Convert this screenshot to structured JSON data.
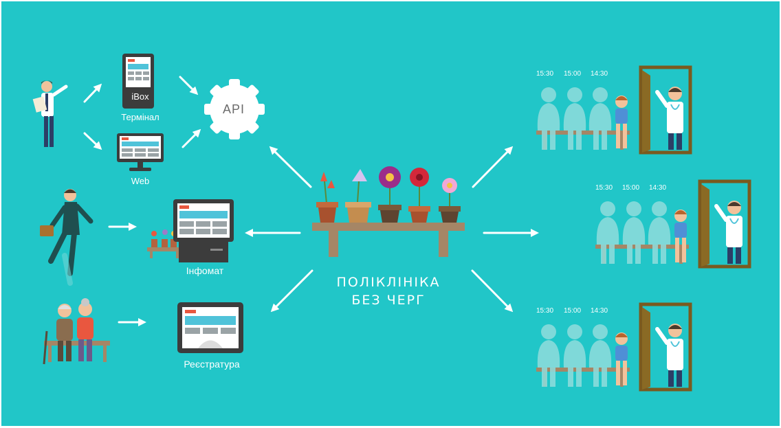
{
  "colors": {
    "background": "#21c6c8",
    "accent_red": "#e9573f",
    "screen_blue": "#4fc3d9",
    "device_dark": "#3c3c3c",
    "wood": "#a58666",
    "silhouette": "#8fdcdc",
    "doctor_coat": "#ffffff",
    "door": "#7a5a1f"
  },
  "labels": {
    "terminal": "Термінал",
    "terminal_device": "iBox",
    "web": "Web",
    "api": "API",
    "infomat": "Інфомат",
    "registry": "Реєстратура"
  },
  "center": {
    "line1": "ПОЛІКЛІНІКА",
    "line2": "БЕЗ ЧЕРГ"
  },
  "queues": [
    {
      "times": [
        "15:30",
        "15:00",
        "14:30"
      ]
    },
    {
      "times": [
        "15:30",
        "15:00",
        "14:30"
      ]
    },
    {
      "times": [
        "15:30",
        "15:00",
        "14:30"
      ]
    }
  ],
  "icons": {
    "patient_walking": "businessman-walking-icon",
    "patient_phone": "man-with-papers-icon",
    "elderly_couple": "elderly-couple-icon",
    "doctor": "doctor-icon",
    "flowers": "flower-pots-icon",
    "gear": "gear-icon"
  }
}
